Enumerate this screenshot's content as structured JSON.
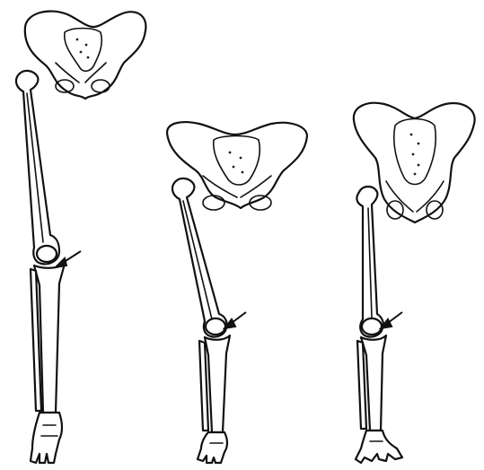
{
  "figure": {
    "skeletons": [
      {
        "id": "left",
        "has_arrow": true
      },
      {
        "id": "middle",
        "has_arrow": true
      },
      {
        "id": "right",
        "has_arrow": true
      }
    ],
    "colors": {
      "ink": "#111111",
      "paper": "#ffffff"
    }
  }
}
